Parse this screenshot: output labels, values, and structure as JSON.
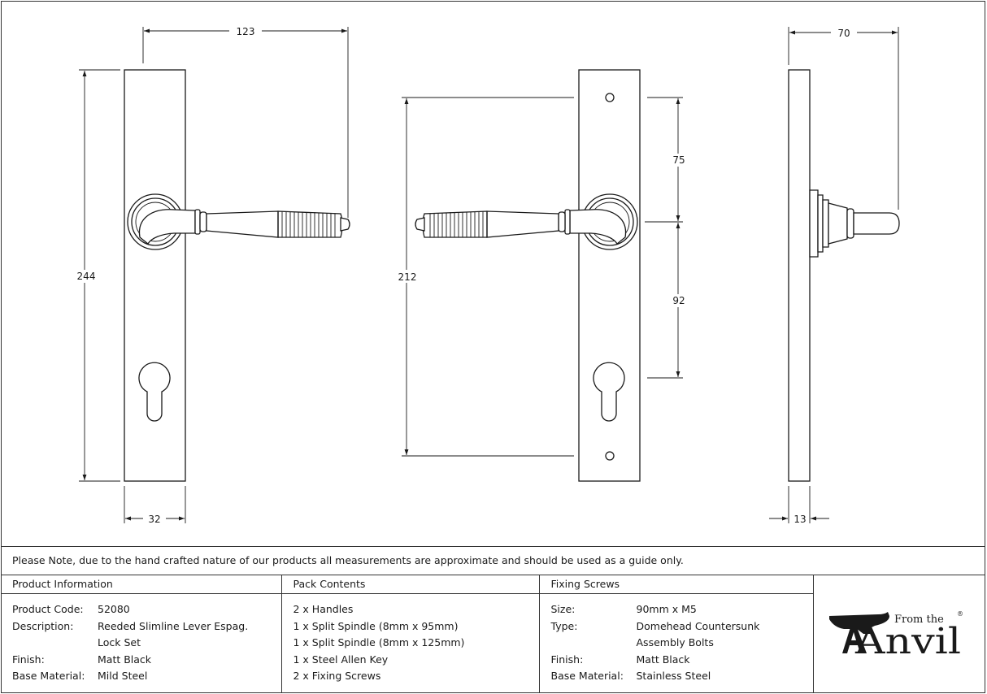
{
  "dimensions": {
    "front_width": "123",
    "front_height": "244",
    "plate_width": "32",
    "fixing_centres": "212",
    "handle_to_top_fixing": "75",
    "handle_to_keyhole": "92",
    "projection": "70",
    "plate_thickness": "13"
  },
  "note": "Please Note, due to the hand crafted nature of our products all measurements are approximate and should be used as a guide only.",
  "product_information": {
    "heading": "Product Information",
    "rows": [
      {
        "label": "Product Code:",
        "value": "52080"
      },
      {
        "label": "Description:",
        "value": "Reeded Slimline Lever Espag."
      },
      {
        "label": "",
        "value": "Lock Set"
      },
      {
        "label": "Finish:",
        "value": "Matt Black"
      },
      {
        "label": "Base Material:",
        "value": "Mild Steel"
      }
    ]
  },
  "pack_contents": {
    "heading": "Pack Contents",
    "items": [
      "2 x Handles",
      "1 x Split Spindle (8mm x 95mm)",
      "1 x Split Spindle (8mm x 125mm)",
      "1 x Steel Allen Key",
      "2 x Fixing Screws"
    ]
  },
  "fixing_screws": {
    "heading": "Fixing Screws",
    "rows": [
      {
        "label": "Size:",
        "value": "90mm x M5"
      },
      {
        "label": "Type:",
        "value": "Domehead Countersunk"
      },
      {
        "label": "",
        "value": "Assembly Bolts"
      },
      {
        "label": "Finish:",
        "value": "Matt Black"
      },
      {
        "label": "Base Material:",
        "value": "Stainless Steel"
      }
    ]
  },
  "logo": {
    "small_text": "From the",
    "brand_text": "Anvil",
    "registered": "®"
  }
}
